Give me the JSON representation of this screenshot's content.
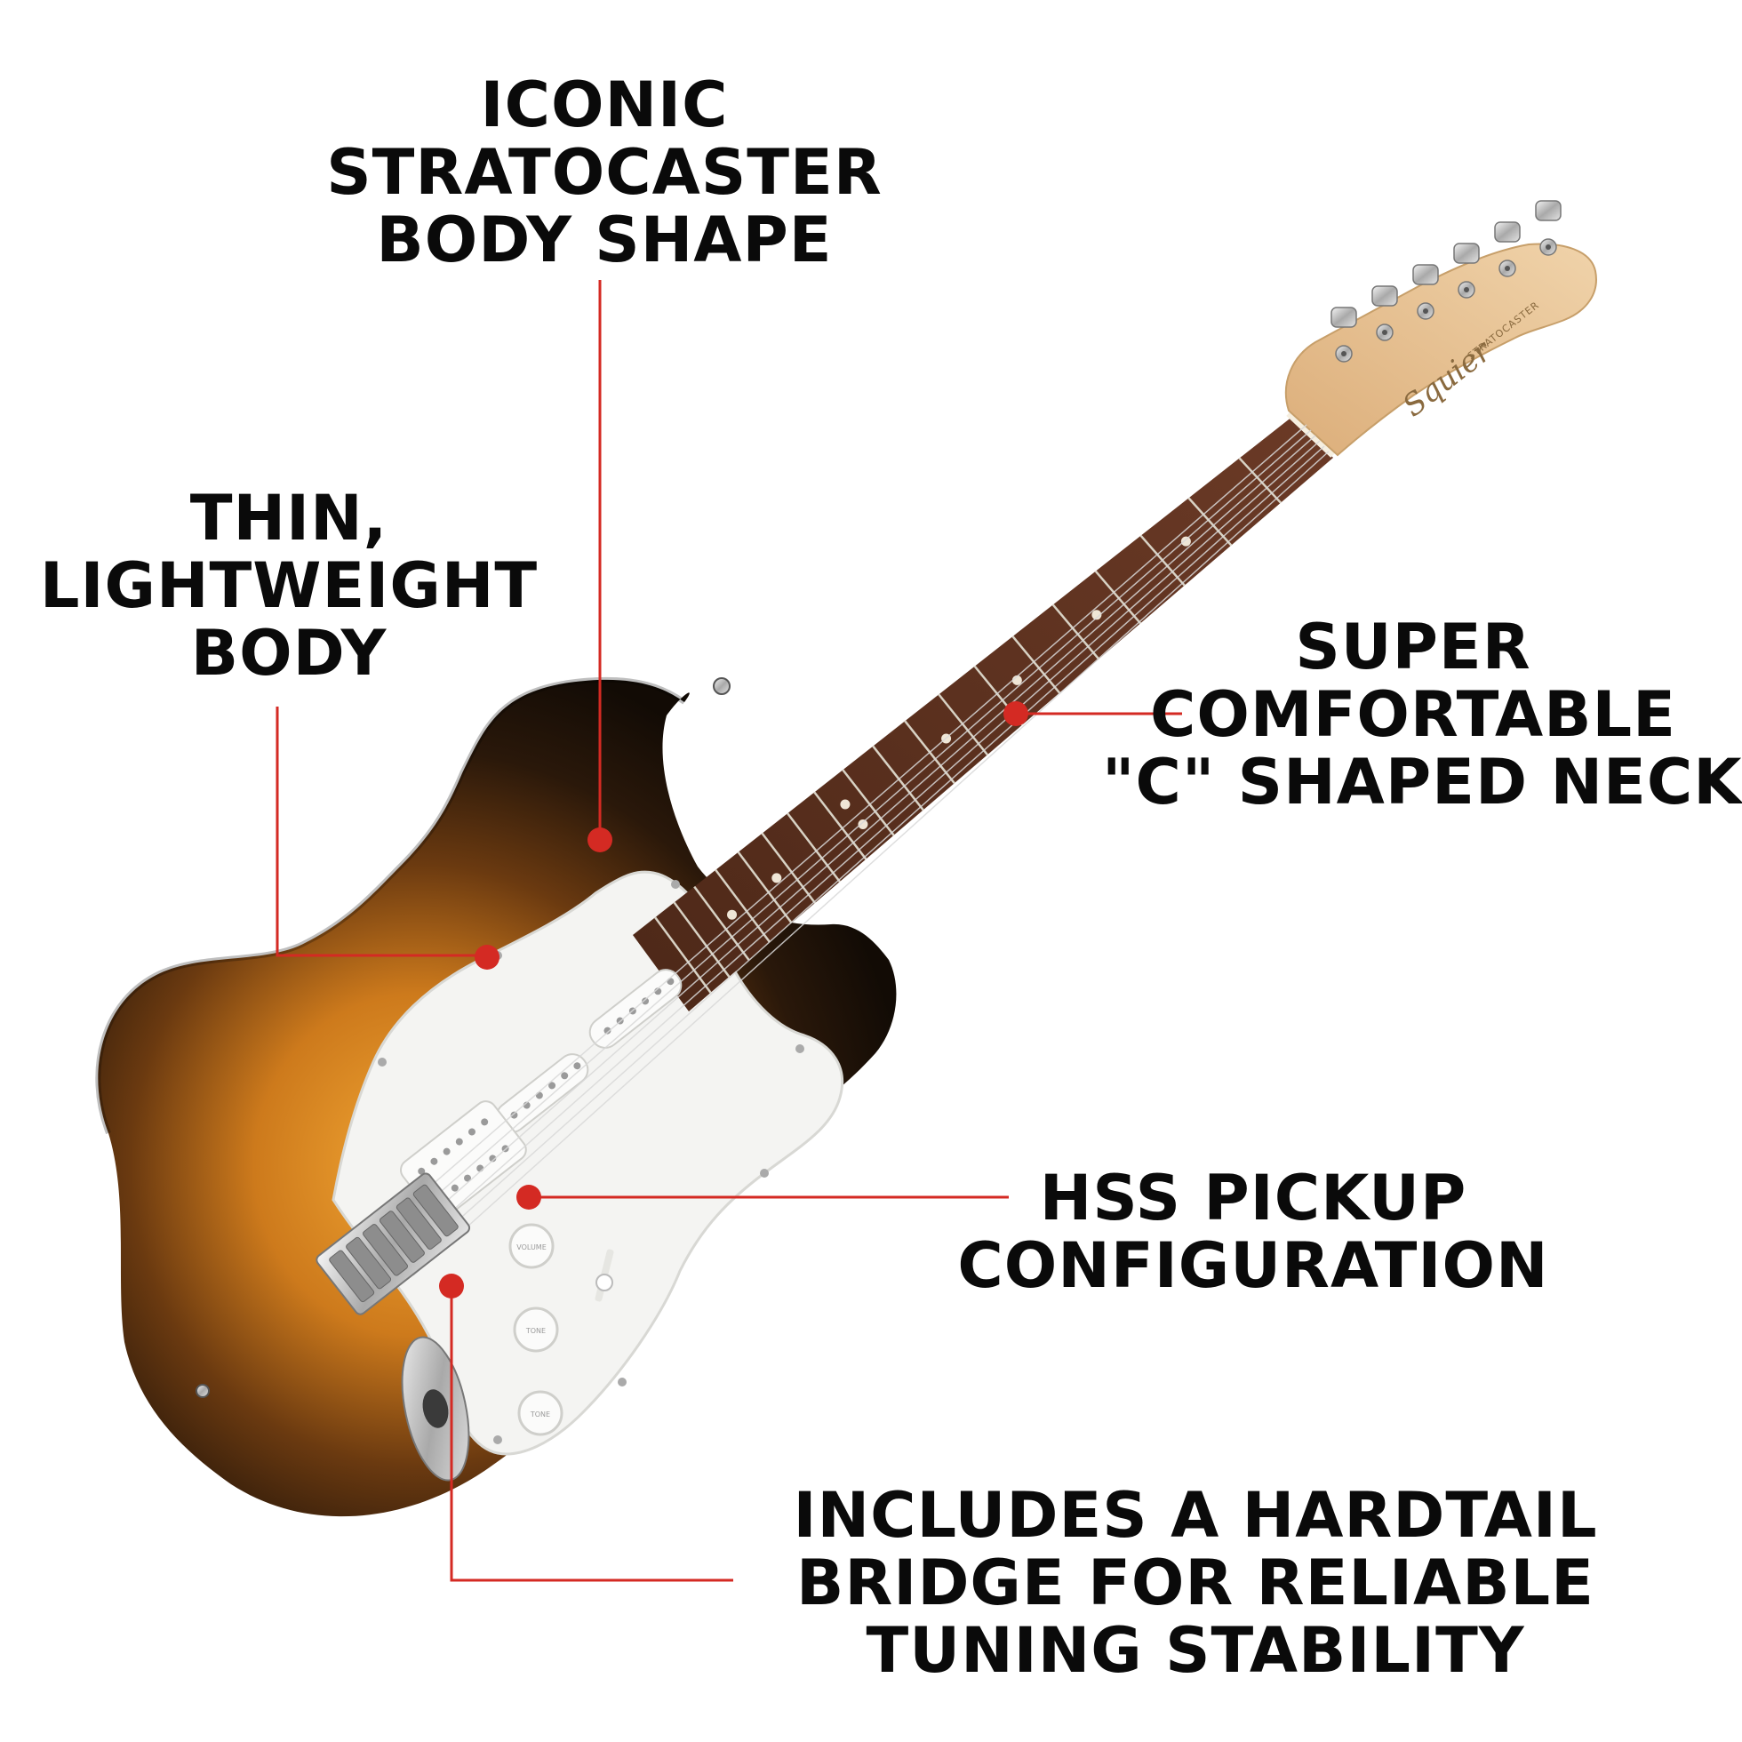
{
  "colors": {
    "accent_red": "#d42a23",
    "label_text": "#0a0a0a",
    "body_burst_center": "#e49a2a",
    "body_burst_edge": "#1e1208",
    "pickguard": "#f4f4f2",
    "fretboard": "#5a3020",
    "headstock": "#e8c598",
    "hardware_chrome": "#c9c9c9"
  },
  "guitar": {
    "headstock_logo": "Squier",
    "headstock_model": "STRATOCASTER",
    "knob_labels": [
      "VOLUME",
      "TONE",
      "TONE"
    ]
  },
  "callouts": [
    {
      "id": "body-shape",
      "lines": [
        "ICONIC",
        "STRATOCASTER",
        "BODY SHAPE"
      ]
    },
    {
      "id": "thin-body",
      "lines": [
        "THIN,",
        "LIGHTWEIGHT",
        "BODY"
      ]
    },
    {
      "id": "neck",
      "lines": [
        "SUPER",
        "COMFORTABLE",
        "\"C\" SHAPED NECK"
      ]
    },
    {
      "id": "pickups",
      "lines": [
        "HSS PICKUP",
        "CONFIGURATION"
      ]
    },
    {
      "id": "bridge",
      "lines": [
        "INCLUDES A HARDTAIL",
        "BRIDGE FOR RELIABLE",
        "TUNING STABILITY"
      ]
    }
  ]
}
